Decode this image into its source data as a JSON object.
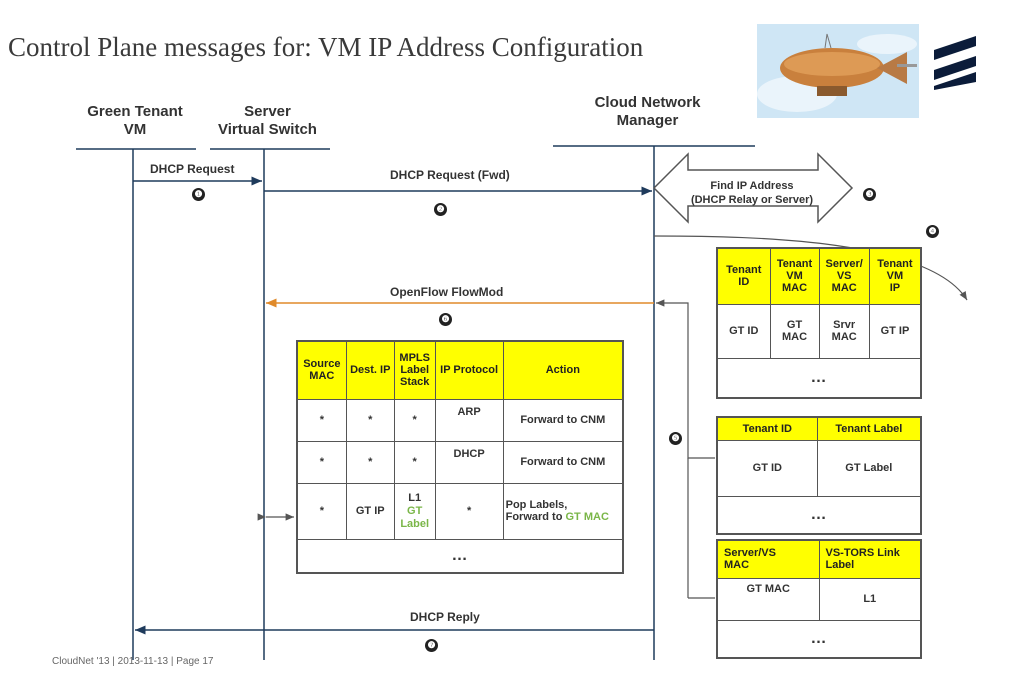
{
  "title": "Control Plane messages for: VM IP Address Configuration",
  "actors": {
    "vm": "Green Tenant\nVM",
    "switch": "Server\nVirtual Switch",
    "cnm": "Cloud Network\nManager"
  },
  "messages": {
    "dhcp_request": "DHCP Request",
    "dhcp_request_fwd": "DHCP Request (Fwd)",
    "find_ip": "Find IP Address\n(DHCP Relay or Server)",
    "flowmod": "OpenFlow FlowMod",
    "dhcp_reply": "DHCP Reply"
  },
  "steps": [
    "❶",
    "❷",
    "❸",
    "❹",
    "❺",
    "❻",
    "❼"
  ],
  "vm_table": {
    "headers": [
      "Tenant\nID",
      "Tenant\nVM\nMAC",
      "Server/\nVS\nMAC",
      "Tenant VM\nIP"
    ],
    "row": [
      "GT ID",
      "GT\nMAC",
      "Srvr\nMAC",
      "GT IP"
    ],
    "ellipsis": "…"
  },
  "label_table": {
    "headers": [
      "Tenant ID",
      "Tenant Label"
    ],
    "row": [
      "GT ID",
      "GT Label"
    ],
    "ellipsis": "…"
  },
  "link_table": {
    "headers": [
      "Server/VS\nMAC",
      "VS-TORS Link\nLabel"
    ],
    "row": [
      "GT MAC",
      "L1"
    ],
    "ellipsis": "…"
  },
  "flow_table": {
    "headers": [
      "Source\nMAC",
      "Dest. IP",
      "MPLS\nLabel\nStack",
      "IP Protocol",
      "Action"
    ],
    "rows": [
      [
        "*",
        "*",
        "*",
        "ARP",
        "Forward to CNM"
      ],
      [
        "*",
        "*",
        "*",
        "DHCP",
        "Forward to CNM"
      ],
      [
        "*",
        "GT IP",
        "L1\nGT\nLabel",
        "*",
        "Pop Labels,\nForward to ",
        "GT MAC"
      ]
    ],
    "ellipsis": "…"
  },
  "footer": "CloudNet '13 | 2013-11-13  |  Page 17",
  "colors": {
    "line": "#1f3b5c",
    "flowmod": "#e08a2a",
    "header_fill": "#ffff00",
    "green": "#7ab648"
  },
  "images": [
    "airship-illustration",
    "ericsson-logo"
  ]
}
